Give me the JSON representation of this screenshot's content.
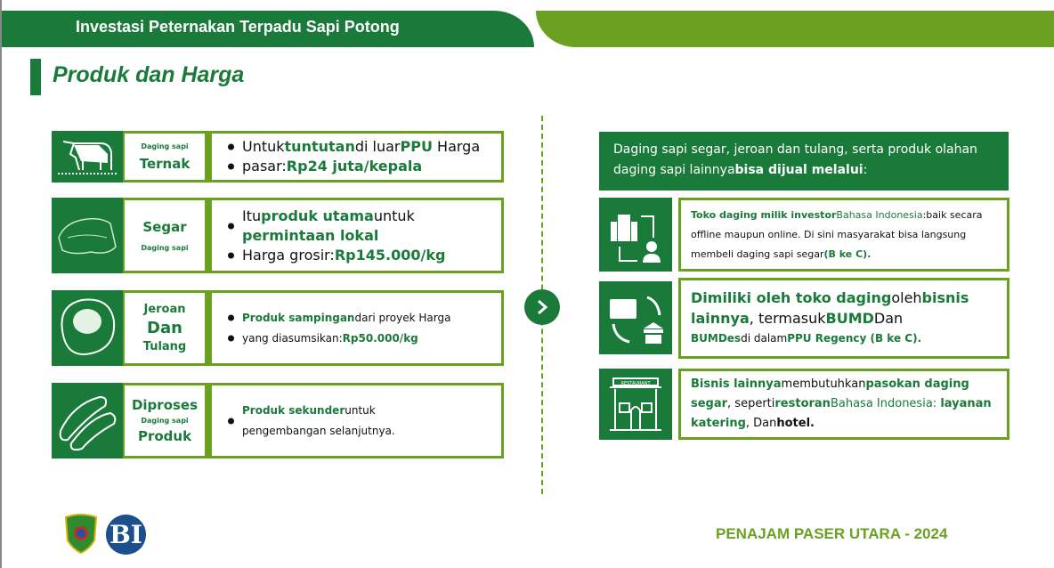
{
  "header": {
    "title": "Investasi Peternakan Terpadu Sapi Potong"
  },
  "page_title": "Produk dan Harga",
  "products": [
    {
      "icon": "cow-icon",
      "label_top": "Daging sapi",
      "label_main": "Ternak",
      "bullets": [
        [
          "Untuk",
          "tuntutan",
          "di luar",
          "PPU",
          " Harga"
        ],
        [
          "pasar:",
          "Rp24 juta/kepala"
        ]
      ]
    },
    {
      "icon": "steak-icon",
      "label_main": "Segar",
      "label_bottom": "Daging sapi",
      "bullets": [
        [
          "Itu",
          "produk utama",
          "untuk"
        ],
        [
          "permintaan lokal"
        ],
        [
          "Harga grosir:",
          "Rp145.000/kg"
        ]
      ]
    },
    {
      "icon": "offal-icon",
      "label_lines": [
        "Jeroan",
        "Dan",
        "Tulang"
      ],
      "bullets": [
        [
          "Produk sampingan",
          "dari proyek Harga"
        ],
        [
          "yang diasumsikan:",
          "Rp50.000/kg"
        ]
      ]
    },
    {
      "icon": "sausage-icon",
      "label_main": "Diproses",
      "label_mid": "Daging sapi",
      "label_bottom": "Produk",
      "bullets": [
        [
          "Produk sekunder",
          "untuk"
        ],
        [
          "pengembangan selanjutnya."
        ]
      ]
    }
  ],
  "channels": {
    "intro": [
      "Daging sapi segar, jeroan dan tulang, serta produk olahan daging sapi lainnya",
      "bisa dijual melalui",
      ":"
    ],
    "items": [
      {
        "icon": "building-to-person-icon",
        "parts": [
          "Toko daging milik investor",
          "Bahasa Indonesia",
          ":baik secara offline maupun online. Di sini masyarakat bisa langsung membeli daging sapi segar",
          "(B ke C)."
        ]
      },
      {
        "icon": "business-exchange-icon",
        "parts": [
          "Dimiliki oleh toko daging",
          "oleh",
          "bisnis lainnya",
          ", termasuk",
          "BUMD",
          "Dan",
          "BUMDes",
          "di dalam",
          "PPU Regency (B ke C)."
        ]
      },
      {
        "icon": "restaurant-icon",
        "icon_text": "RESTAURANT",
        "parts": [
          "Bisnis lainnya",
          "membutuhkan",
          "pasokan daging segar",
          ", seperti",
          "restoran",
          "Bahasa Indonesia:",
          "layanan katering",
          ", Dan",
          "hotel."
        ]
      }
    ]
  },
  "footer": {
    "text": "PENAJAM PASER UTARA - 2024",
    "logo_bi": "BI"
  },
  "colors": {
    "dark_green": "#1a7a3a",
    "lime": "#6aa121"
  }
}
